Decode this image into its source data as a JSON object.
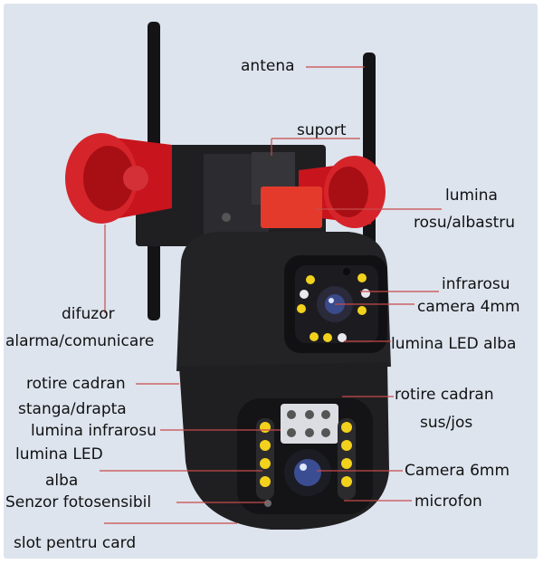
{
  "labels": {
    "antena": "antena",
    "suport": "suport",
    "lumina_1": "lumina",
    "lumina_2": "rosu/albastru",
    "infrarosu": "infrarosu",
    "camera4": "camera 4mm",
    "difuzor": "difuzor",
    "alarma": "alarma/comunicare",
    "led_alba_top": "lumina LED alba",
    "rotire_lr_1": "rotire cadran",
    "rotire_lr_2": "stanga/drapta",
    "rotire_ud_1": "rotire cadran",
    "rotire_ud_2": "sus/jos",
    "lumina_ir": "lumina infrarosu",
    "led_alba_1": "lumina LED",
    "led_alba_2": "alba",
    "camera6": "Camera 6mm",
    "senzor": "Senzor fotosensibil",
    "microfon": "microfon",
    "slot": "slot pentru card"
  },
  "colors": {
    "leader_line": "#c84a4a",
    "body": "#1e1e20",
    "siren": "#c8141c",
    "led_yellow": "#f2d21c",
    "background": "#dde4ee"
  }
}
